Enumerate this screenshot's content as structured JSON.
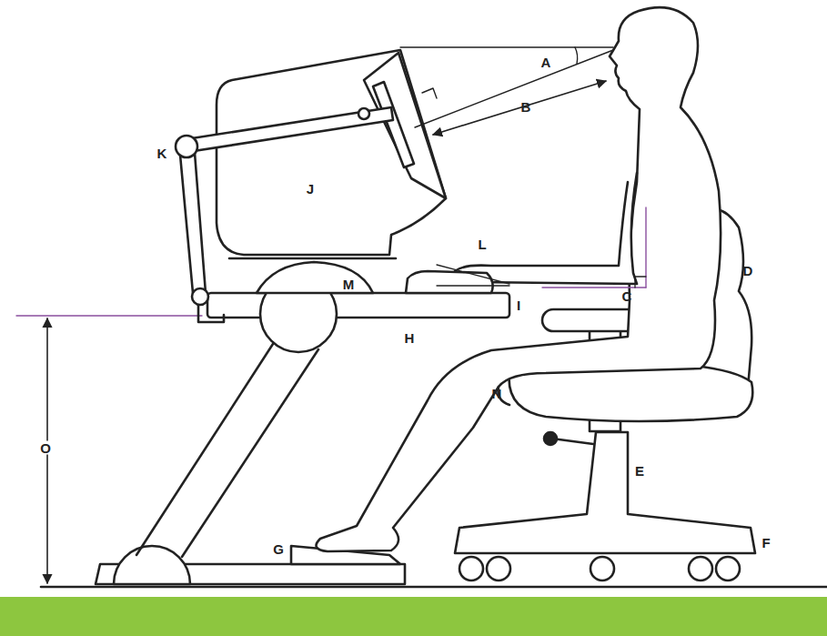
{
  "diagram": {
    "labels": [
      "A",
      "B",
      "K",
      "J",
      "L",
      "D",
      "M",
      "C",
      "I",
      "H",
      "N",
      "E",
      "O",
      "G",
      "F"
    ]
  }
}
